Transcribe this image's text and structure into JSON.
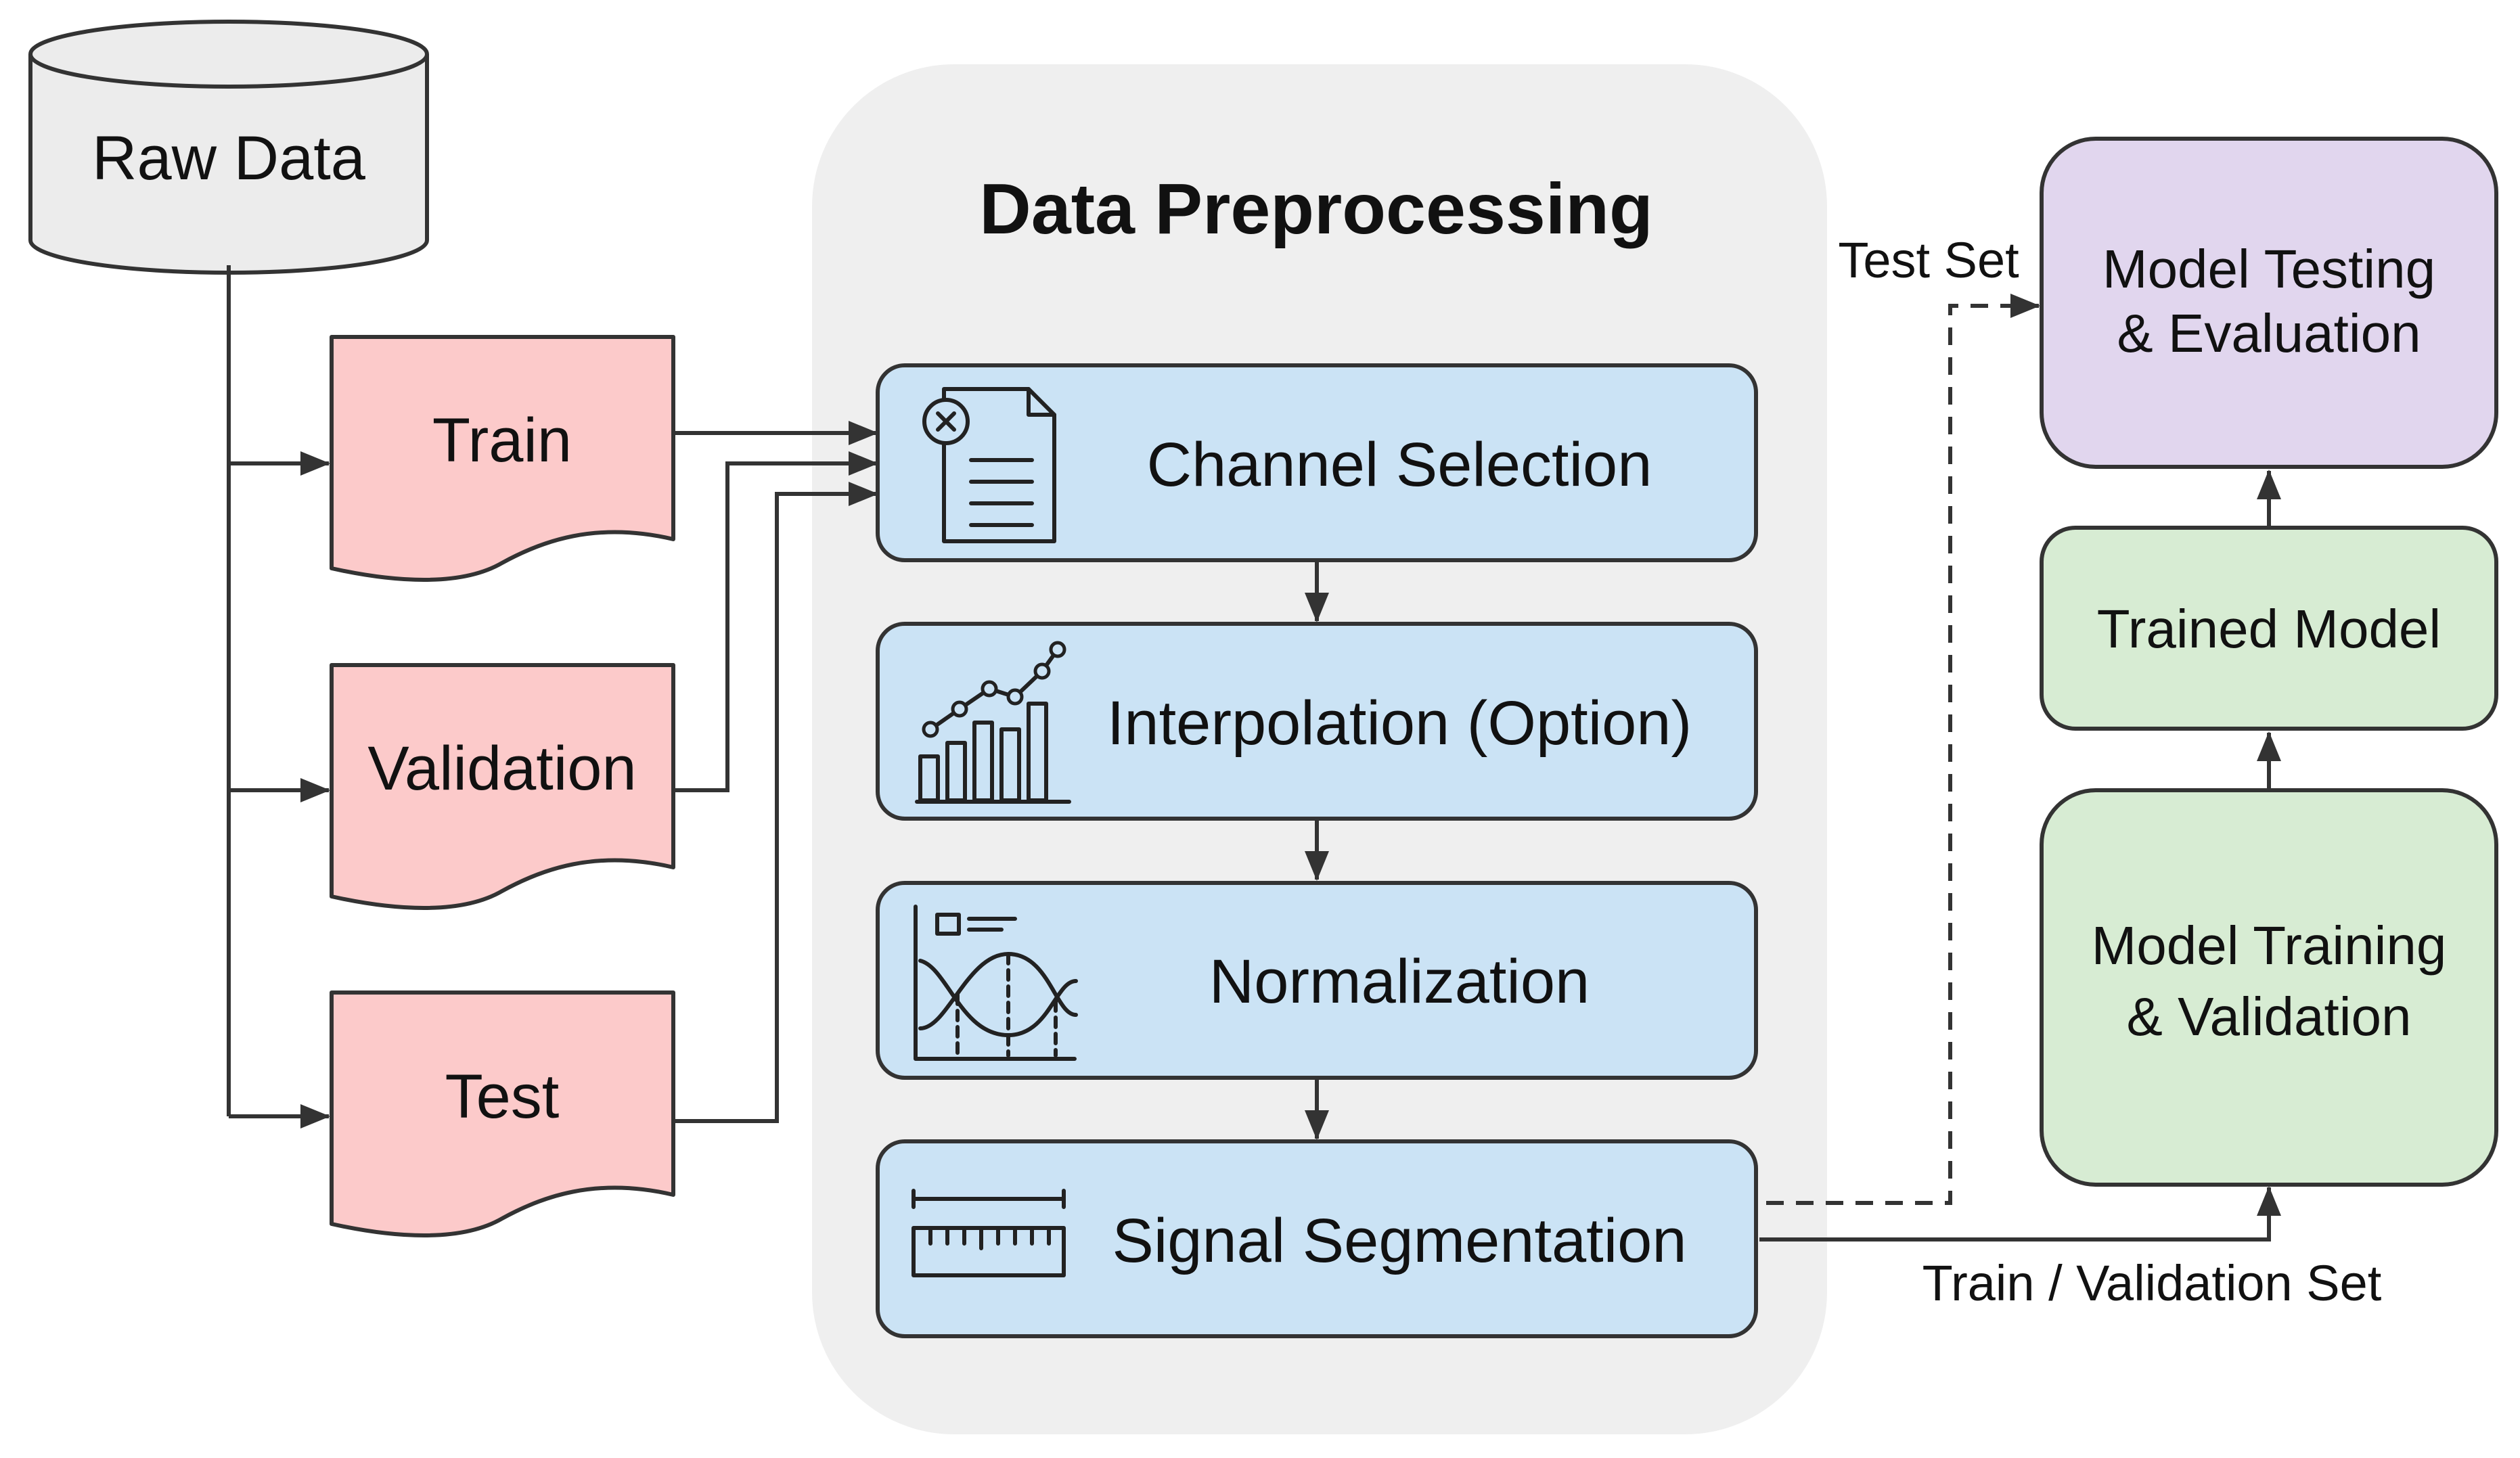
{
  "nodes": {
    "raw_data": "Raw Data",
    "train": "Train",
    "validation": "Validation",
    "test": "Test",
    "preprocessing_title": "Data Preprocessing",
    "channel_selection": "Channel Selection",
    "interpolation": "Interpolation (Option)",
    "normalization": "Normalization",
    "signal_segmentation": "Signal Segmentation",
    "model_testing_line1": "Model Testing",
    "model_testing_line2": "& Evaluation",
    "trained_model": "Trained Model",
    "model_training_line1": "Model Training",
    "model_training_line2": "& Validation"
  },
  "edges": {
    "test_set": "Test Set",
    "train_validation_set": "Train / Validation Set"
  },
  "colors": {
    "split_fill": "#fccaca",
    "preprocess_fill": "#cbe3f5",
    "container_fill": "#efefef",
    "database_fill": "#ececec",
    "testing_fill": "#e1d6ee",
    "training_fill": "#d7ecd3"
  },
  "icons": {
    "channel_selection": "document-x-icon",
    "interpolation": "bar-line-chart-icon",
    "normalization": "wave-plot-icon",
    "signal_segmentation": "ruler-icon"
  }
}
